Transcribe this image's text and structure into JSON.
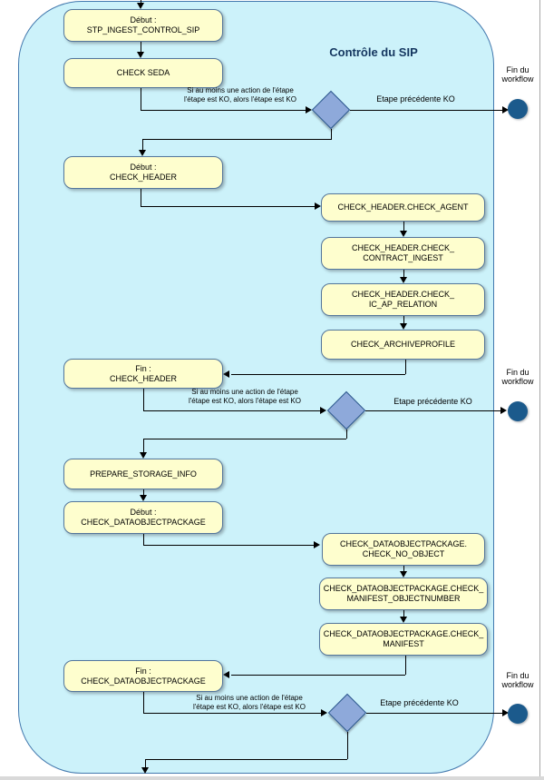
{
  "diagram": {
    "title": "Contrôle du SIP"
  },
  "activities": {
    "debut_stp_ingest_control_sip": {
      "line1": "Début :",
      "line2": "STP_INGEST_CONTROL_SIP"
    },
    "check_seda": {
      "line1": "CHECK SEDA"
    },
    "debut_check_header": {
      "line1": "Début :",
      "line2": "CHECK_HEADER"
    },
    "check_header_check_agent": {
      "line1": "CHECK_HEADER.CHECK_AGENT"
    },
    "check_header_check_contract_ingest": {
      "line1": "CHECK_HEADER.CHECK_",
      "line2": "CONTRACT_INGEST"
    },
    "check_header_check_ic_ap_relation": {
      "line1": "CHECK_HEADER.CHECK_",
      "line2": "IC_AP_RELATION"
    },
    "check_archiveprofile": {
      "line1": "CHECK_ARCHIVEPROFILE"
    },
    "fin_check_header": {
      "line1": "Fin :",
      "line2": "CHECK_HEADER"
    },
    "prepare_storage_info": {
      "line1": "PREPARE_STORAGE_INFO"
    },
    "debut_check_dataobjectpackage": {
      "line1": "Début :",
      "line2": "CHECK_DATAOBJECTPACKAGE"
    },
    "check_no_object": {
      "line1": "CHECK_DATAOBJECTPACKAGE.",
      "line2": "CHECK_NO_OBJECT"
    },
    "check_manifest_objectnumber": {
      "line1": "CHECK_DATAOBJECTPACKAGE.CHECK_",
      "line2": "MANIFEST_OBJECTNUMBER"
    },
    "check_manifest": {
      "line1": "CHECK_DATAOBJECTPACKAGE.CHECK_",
      "line2": "MANIFEST"
    },
    "fin_check_dataobjectpackage": {
      "line1": "Fin :",
      "line2": "CHECK_DATAOBJECTPACKAGE"
    }
  },
  "labels": {
    "condition_line1": "Si au moins une action de l'étape",
    "condition_line2": "l'étape est KO, alors l'étape est KO",
    "previous_step_ko": "Etape précédente KO",
    "end_workflow_line1": "Fin du",
    "end_workflow_line2": "workflow"
  },
  "colors": {
    "partition_fill": "#CCF2FA",
    "partition_border": "#4379AE",
    "activity_fill": "#FEFECE",
    "activity_border": "#54769B",
    "decision_fill": "#8EA9DA",
    "decision_border": "#2F5B8F",
    "end_node_fill": "#1B5A8C",
    "title_color": "#14365F"
  }
}
